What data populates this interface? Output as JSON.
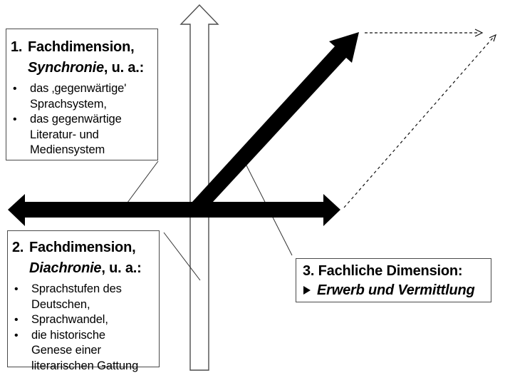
{
  "figure": {
    "background_color": "#ffffff",
    "arrow_fill_color": "#000000",
    "outline_color": "#4a4a4a",
    "arrows": {
      "vertical": "hollow-up-arrow",
      "horizontal": "solid-double-headed-arrow",
      "diagonal": "solid-up-right-arrow",
      "dashed_top": "dashed-right-arrow",
      "dashed_diagonal": "dashed-up-right-arrow"
    }
  },
  "box1": {
    "number": "1.",
    "title_line1": "Fachdimension,",
    "title_italic": "Synchronie",
    "title_suffix": ", u. a.:",
    "bullet": "•",
    "items": [
      "das ‚gegenwärtige'\nSprachsystem,",
      "das gegenwärtige\nLiteratur- und\nMediensystem"
    ]
  },
  "box2": {
    "number": "2.",
    "title_line1": "Fachdimension,",
    "title_italic": "Diachronie",
    "title_suffix": ", u. a.:",
    "bullet": "•",
    "items": [
      "Sprachstufen des\nDeutschen,",
      "Sprachwandel,",
      "die historische\nGenese einer\nliterarischen Gattung"
    ]
  },
  "box3": {
    "title": "3. Fachliche Dimension:",
    "bullet_icon": "right-arrowhead",
    "item": "Erwerb und Vermittlung"
  }
}
